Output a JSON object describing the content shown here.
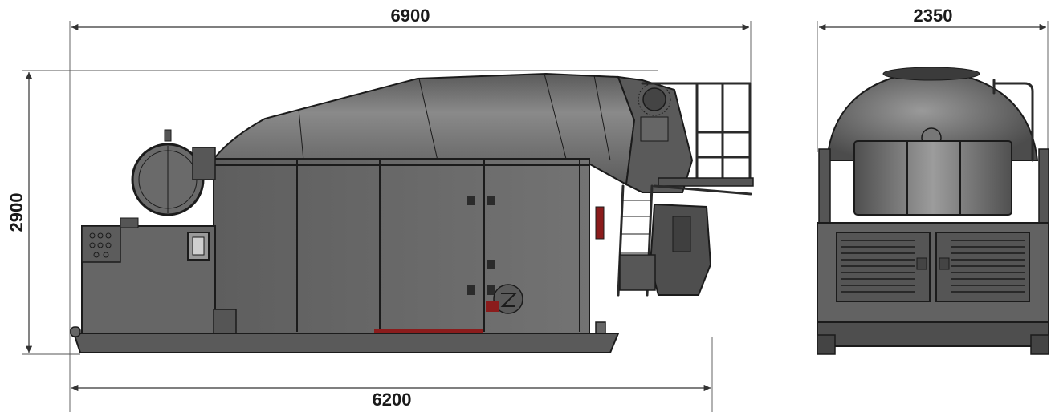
{
  "dimensions": {
    "overall_length": "6900",
    "base_length": "6200",
    "height": "2900",
    "width": "2350"
  },
  "colors": {
    "body": "#6e6e6e",
    "body_dark": "#4a4a4a",
    "drum": "#7a7a7a",
    "accent_red": "#8b1c1c",
    "line": "#1b1b1b"
  }
}
